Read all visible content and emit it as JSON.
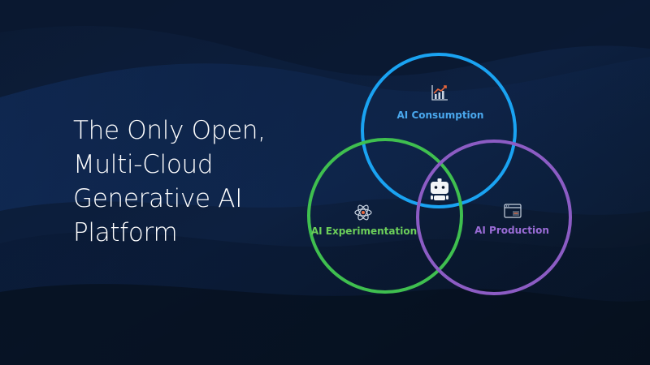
{
  "headline": {
    "lines": [
      "The Only Open,",
      "Multi-Cloud",
      "Generative AI",
      "Platform"
    ]
  },
  "venn": {
    "circles": [
      {
        "id": "consumption",
        "label": "AI Consumption",
        "color": "#1aa3f2",
        "icon": "chart-growth-icon"
      },
      {
        "id": "experimentation",
        "label": "AI Experimentation",
        "color": "#3fbf4f",
        "icon": "atom-icon"
      },
      {
        "id": "production",
        "label": "AI Production",
        "color": "#8c5cc4",
        "icon": "window-icon"
      }
    ],
    "center_icon": "robot-icon"
  },
  "colors": {
    "background": "#0a1528",
    "text": "#ffffff",
    "consumption_label": "#4aa8ee",
    "experimentation_label": "#6ccf5a",
    "production_label": "#9a6cd6"
  }
}
